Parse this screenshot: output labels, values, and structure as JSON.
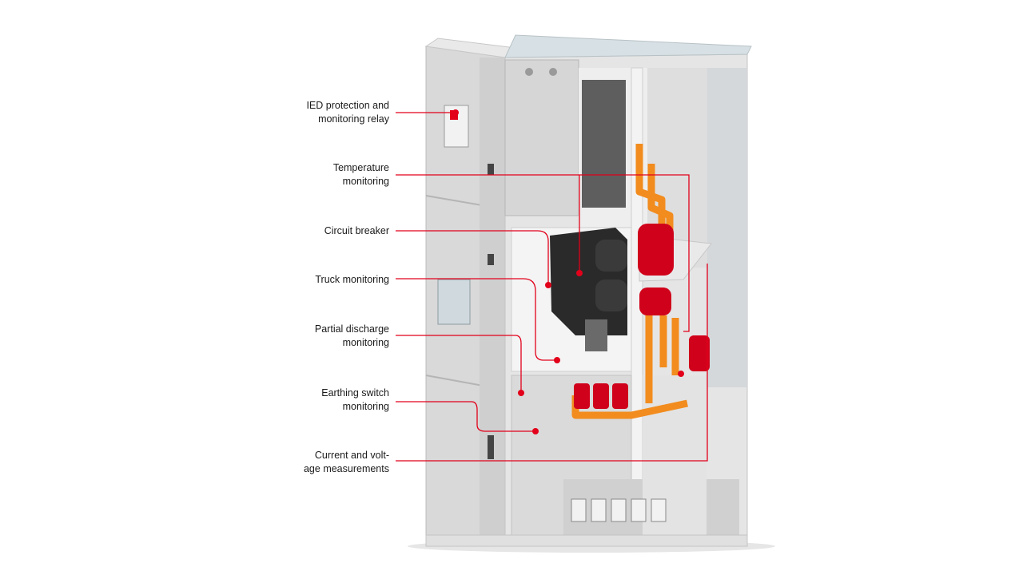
{
  "labels": [
    {
      "id": "ied",
      "lines": [
        "IED protection and",
        "monitoring relay"
      ]
    },
    {
      "id": "temperature",
      "lines": [
        "Temperature",
        "monitoring"
      ]
    },
    {
      "id": "breaker",
      "lines": [
        "Circuit breaker"
      ]
    },
    {
      "id": "truck",
      "lines": [
        "Truck monitoring"
      ]
    },
    {
      "id": "partial",
      "lines": [
        "Partial discharge",
        "monitoring"
      ]
    },
    {
      "id": "earthing",
      "lines": [
        "Earthing switch",
        "monitoring"
      ]
    },
    {
      "id": "current",
      "lines": [
        "Current and volt-",
        "age measurements"
      ]
    }
  ],
  "colors": {
    "callout": "#e2001a",
    "cabinet_panel": "#dcdcdc",
    "cabinet_dark": "#bdbdbd",
    "busbar_orange": "#f28c1e",
    "insulator_red": "#d0021b",
    "breaker_black": "#2a2a2a"
  }
}
